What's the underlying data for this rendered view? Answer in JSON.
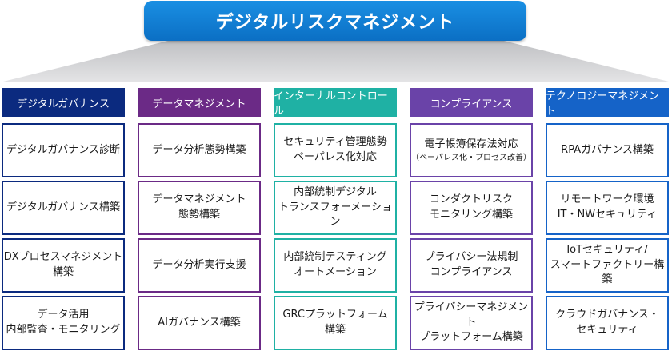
{
  "title": "デジタルリスクマネジメント",
  "colors": {
    "title_bg": "#0b6fc4",
    "roof": "#cfcfd1"
  },
  "columns": [
    {
      "header": "デジタルガバナンス",
      "header_color": "#0b2a7f",
      "border_color": "#0b2a7f",
      "items": [
        {
          "text": "デジタルガバナンス診断"
        },
        {
          "text": "デジタルガバナンス構築"
        },
        {
          "text": "DXプロセスマネジメント\n構築"
        },
        {
          "text": "データ活用\n内部監査・モニタリング"
        }
      ]
    },
    {
      "header": "データマネジメント",
      "header_color": "#6b2a86",
      "border_color": "#6b2a86",
      "items": [
        {
          "text": "データ分析態勢構築"
        },
        {
          "text": "データマネジメント\n態勢構築"
        },
        {
          "text": "データ分析実行支援"
        },
        {
          "text": "AIガバナンス構築"
        }
      ]
    },
    {
      "header": "インターナルコントロール",
      "header_color": "#1fb1a4",
      "border_color": "#1fb1a4",
      "items": [
        {
          "text": "セキュリティ管理態勢\nペーパレス化対応"
        },
        {
          "text": "内部統制デジタル\nトランスフォーメーション"
        },
        {
          "text": "内部統制テスティング\nオートメーション"
        },
        {
          "text": "GRCプラットフォーム\n構築"
        }
      ]
    },
    {
      "header": "コンプライアンス",
      "header_color": "#6a43a8",
      "border_color": "#6a43a8",
      "items": [
        {
          "text": "電子帳簿保存法対応",
          "sub": "（ペーパレス化・プロセス改善）"
        },
        {
          "text": "コンダクトリスク\nモニタリング構築"
        },
        {
          "text": "プライバシー法規制\nコンプライアンス"
        },
        {
          "text": "プライバシーマネジメント\nプラットフォーム構築"
        }
      ]
    },
    {
      "header": "テクノロジーマネジメント",
      "header_color": "#1563c8",
      "border_color": "#1563c8",
      "items": [
        {
          "text": "RPAガバナンス構築"
        },
        {
          "text": "リモートワーク環境\nIT・NWセキュリティ"
        },
        {
          "text": "IoTセキュリティ/\nスマートファクトリー構築"
        },
        {
          "text": "クラウドガバナンス・\nセキュリティ"
        }
      ]
    }
  ]
}
